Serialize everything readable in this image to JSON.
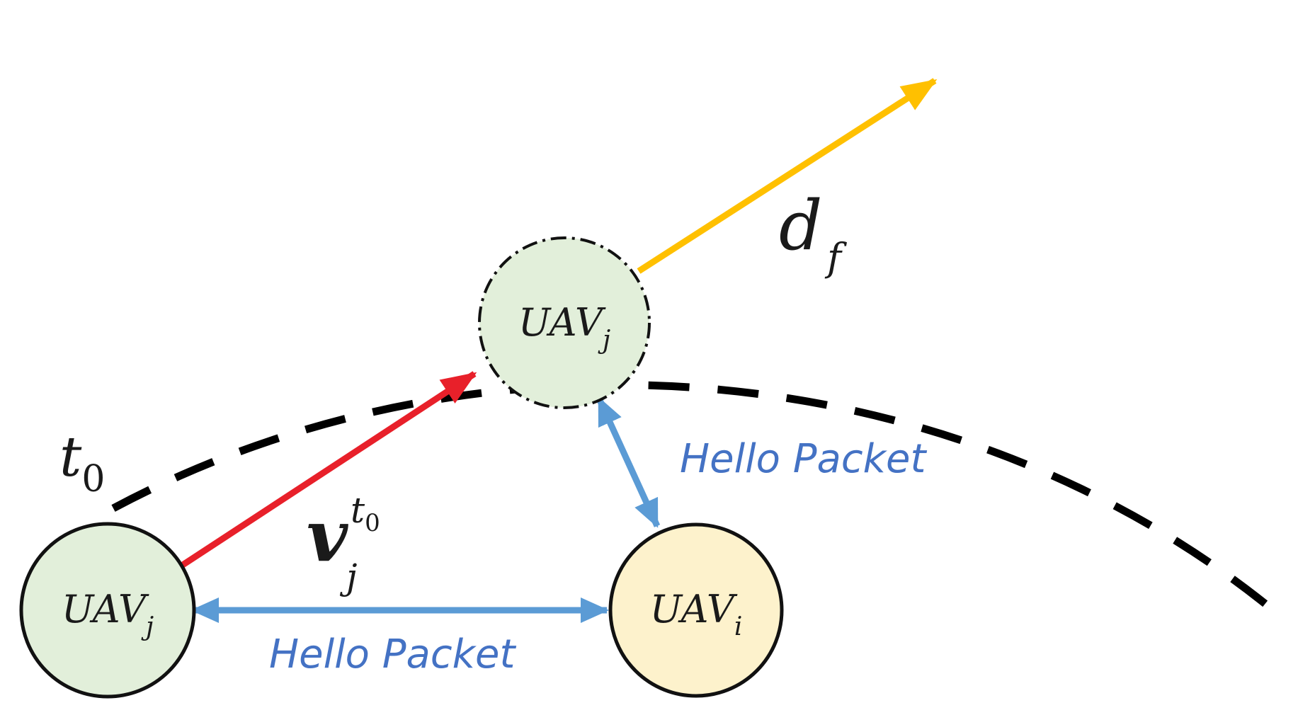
{
  "labels": {
    "t0_base": "t",
    "t0_sub": "0",
    "vel_base": "v",
    "vel_sub": "j",
    "vel_sup_base": "t",
    "vel_sup_sub": "0",
    "dist_base": "d",
    "dist_sub": "f",
    "hello_horizontal": "Hello Packet",
    "hello_vertical": "Hello Packet"
  },
  "nodes": {
    "source": {
      "base": "UAV",
      "sub": "j"
    },
    "predicted": {
      "base": "UAV",
      "sub": "j"
    },
    "neighbor": {
      "base": "UAV",
      "sub": "i"
    }
  },
  "colors": {
    "velocity_arrow": "#e8202a",
    "range_arrow": "#ffc000",
    "hello_arrow": "#5b9bd5",
    "hello_text": "#4472c4",
    "green_node_fill": "#e2efda",
    "yellow_node_fill": "#fdf2cc",
    "outline": "#111111"
  }
}
